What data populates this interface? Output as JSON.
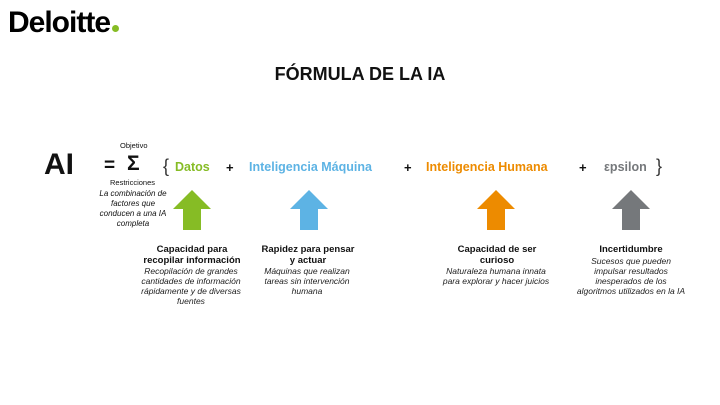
{
  "brand": {
    "name": "Deloitte",
    "dot_color": "#86bc25"
  },
  "title": "FÓRMULA DE LA IA",
  "formula": {
    "lhs": "AI",
    "equals": "=",
    "sigma": "Σ",
    "sigma_top": "Objetivo",
    "sigma_bottom": "Restricciones",
    "sigma_desc": "La combinación de factores que conducen a una IA completa",
    "open_brace": "{",
    "close_brace": "}",
    "plus": "+"
  },
  "terms": [
    {
      "label": "Datos",
      "color": "#86bc25",
      "caption": "Capacidad para recopilar información",
      "description": "Recopilación de grandes cantidades de información rápidamente y de diversas fuentes"
    },
    {
      "label": "Inteligencia Máquina",
      "color": "#5db3e4",
      "caption": "Rapidez para pensar y actuar",
      "description": "Máquinas que realizan tareas sin intervención humana"
    },
    {
      "label": "Inteligencia Humana",
      "color": "#ed8b00",
      "caption": "Capacidad de ser curioso",
      "description": "Naturaleza humana innata para explorar y hacer juicios"
    },
    {
      "label": "εpsilon",
      "color": "#75787b",
      "caption": "Incertidumbre",
      "description": "Sucesos que pueden impulsar resultados inesperados de los algoritmos utilizados en la IA"
    }
  ]
}
